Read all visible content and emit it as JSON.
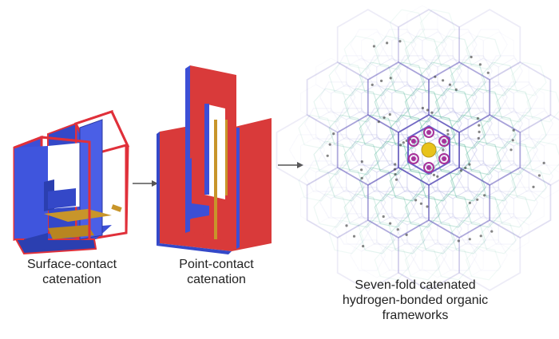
{
  "panels": [
    {
      "caption": "Surface-contact\ncatenation"
    },
    {
      "caption": "Point-contact\ncatenation"
    },
    {
      "caption": "Seven-fold catenated\nhydrogen-bonded organic\nframeworks"
    }
  ],
  "colors": {
    "face_red": "#d93a3a",
    "face_blue": "#3c4fd6",
    "edge_red": "#e0303a",
    "rod_gold": "#c8952a",
    "net_lilac": "#b8b8e6",
    "net_purple": "#5a4fb8",
    "net_green": "#58b89a",
    "center_gold": "#e8c31a",
    "ring_magenta": "#a8329a",
    "arrow": "#555555"
  }
}
